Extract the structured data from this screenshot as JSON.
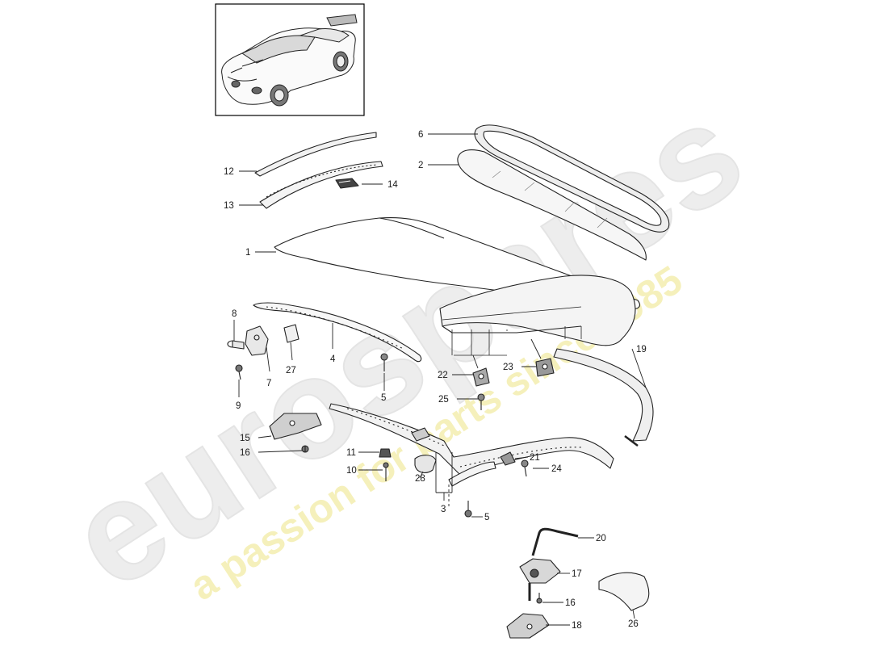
{
  "watermark": {
    "brand": "eurospares",
    "tagline": "a passion for parts since 1985",
    "brand_color": "#e8e8e8",
    "tagline_color": "#f3eeb0"
  },
  "thumbnail": {
    "icon": "car-overview-icon"
  },
  "callouts": {
    "p1": "1",
    "p2": "2",
    "p3": "3",
    "p4": "4",
    "p5a": "5",
    "p5b": "5",
    "p6": "6",
    "p7": "7",
    "p8": "8",
    "p9": "9",
    "p10": "10",
    "p11": "11",
    "p12": "12",
    "p13": "13",
    "p14": "14",
    "p15": "15",
    "p16a": "16",
    "p16b": "16",
    "p17": "17",
    "p18": "18",
    "p19": "19",
    "p20": "20",
    "p21": "21",
    "p22": "22",
    "p23": "23",
    "p24": "24",
    "p25": "25",
    "p26": "26",
    "p27": "27",
    "p28": "28"
  }
}
